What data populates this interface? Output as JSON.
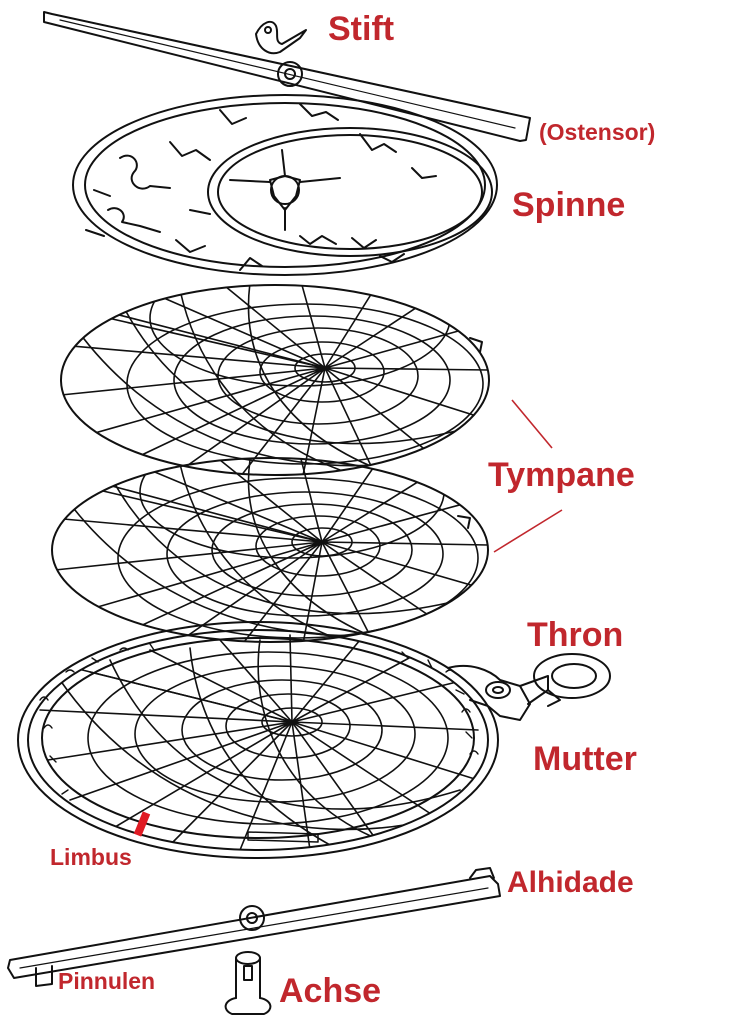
{
  "colors": {
    "label": "#c1272d",
    "line": "#111111"
  },
  "labels": {
    "stift": "Stift",
    "ostensor": "(Ostensor)",
    "spinne": "Spinne",
    "tympane": "Tympane",
    "thron": "Thron",
    "mutter": "Mutter",
    "limbus": "Limbus",
    "alhidade": "Alhidade",
    "pinnulen": "Pinnulen",
    "achse": "Achse"
  }
}
